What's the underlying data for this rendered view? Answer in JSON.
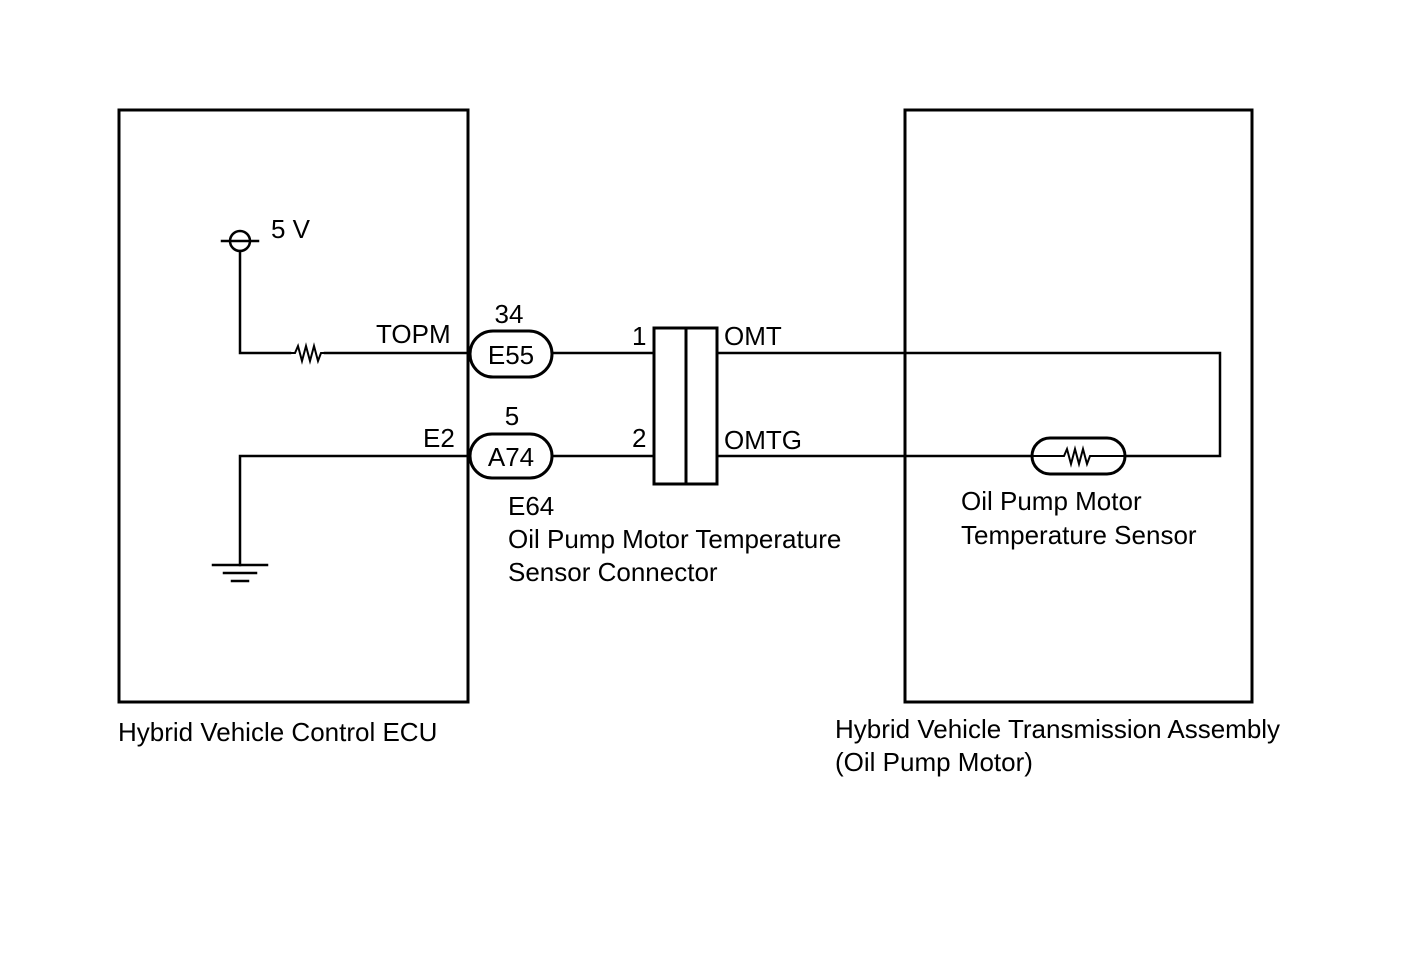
{
  "ecu": {
    "label": "Hybrid Vehicle Control ECU",
    "supply": "5 V"
  },
  "circuits": [
    {
      "ecu_terminal": "TOPM",
      "pin": "34",
      "connector": "E55",
      "junction_pin": "1",
      "sensor_terminal": "OMT"
    },
    {
      "ecu_terminal": "E2",
      "pin": "5",
      "connector": "A74",
      "junction_pin": "2",
      "sensor_terminal": "OMTG"
    }
  ],
  "junction_connector": {
    "code": "E64",
    "name_line1": "Oil Pump Motor Temperature",
    "name_line2": "Sensor Connector"
  },
  "sensor": {
    "name_line1": "Oil Pump Motor",
    "name_line2": "Temperature Sensor"
  },
  "assembly": {
    "label_line1": "Hybrid Vehicle Transmission Assembly",
    "label_line2": "(Oil Pump Motor)"
  },
  "colors": {
    "line": "#000000",
    "background": "#ffffff"
  }
}
